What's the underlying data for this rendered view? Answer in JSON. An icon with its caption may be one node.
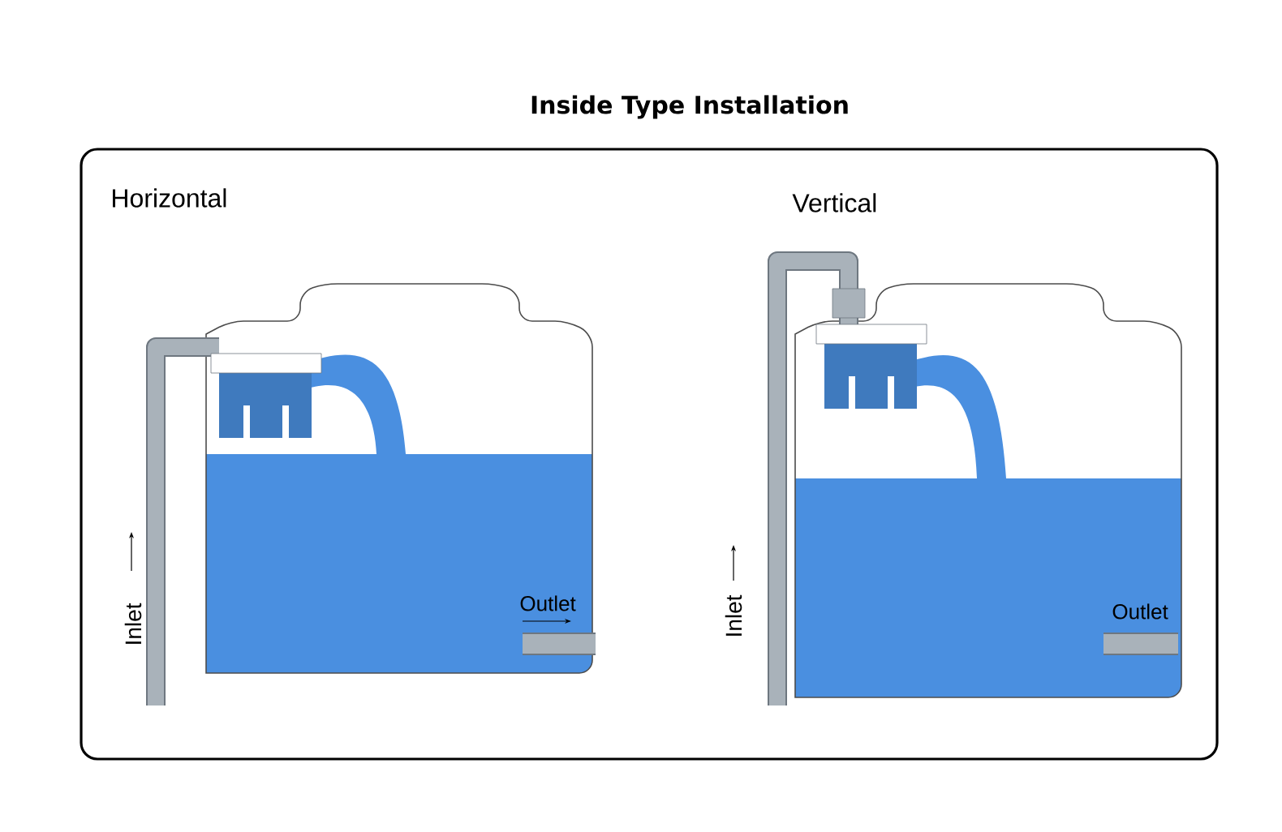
{
  "diagram": {
    "title": "Inside Type Installation",
    "labels": [
      "Horizontal",
      "Vertical",
      "Outlet",
      "Inlet",
      "Outlet",
      "Inlet"
    ]
  }
}
